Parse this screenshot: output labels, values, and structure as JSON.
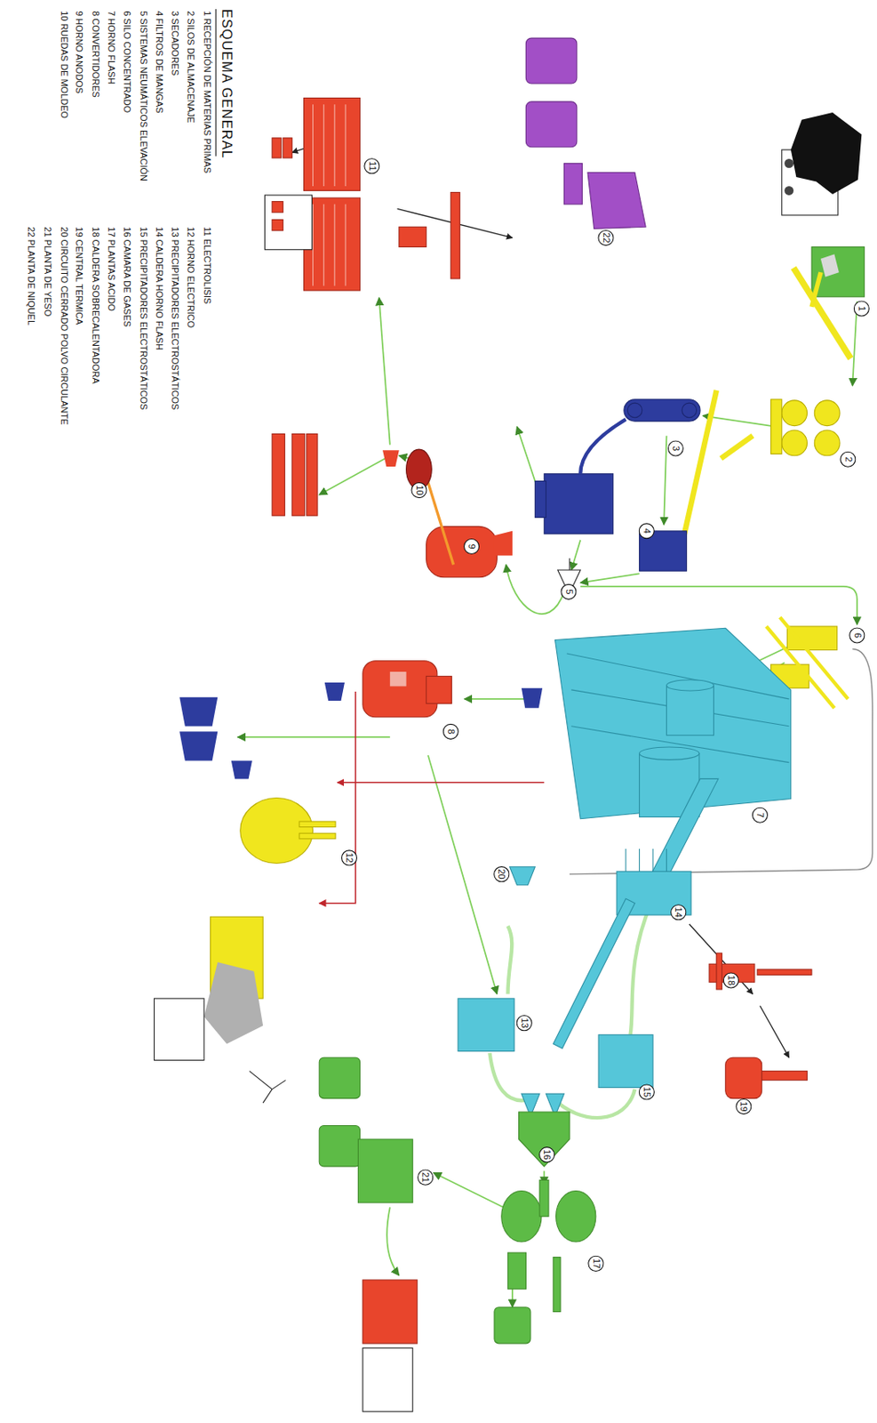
{
  "diagram": {
    "title": "ESQUEMA GENERAL",
    "nodes": [
      {
        "text": [
          "1"
        ]
      },
      {
        "text": [
          "2"
        ]
      },
      {
        "text": [
          "3"
        ]
      },
      {
        "text": [
          "4"
        ]
      },
      {
        "text": [
          "5"
        ]
      },
      {
        "text": [
          "6"
        ]
      },
      {
        "text": [
          "7"
        ]
      },
      {
        "text": [
          "8"
        ]
      },
      {
        "text": [
          "9"
        ]
      },
      {
        "text": [
          "10"
        ]
      },
      {
        "text": [
          "11"
        ]
      },
      {
        "text": [
          "12"
        ]
      },
      {
        "text": [
          "13"
        ]
      },
      {
        "text": [
          "14"
        ]
      },
      {
        "text": [
          "15"
        ]
      },
      {
        "text": [
          "16"
        ]
      },
      {
        "text": [
          "17"
        ]
      },
      {
        "text": [
          "18"
        ]
      },
      {
        "text": [
          "19"
        ]
      },
      {
        "text": [
          "20"
        ]
      },
      {
        "text": [
          "21"
        ]
      },
      {
        "text": [
          "22"
        ]
      }
    ],
    "labels": [
      "1 RECEPCIÓN DE MATERIAS PRIMAS",
      "2 SILOS DE ALMACENAJE",
      "3 SECADORES",
      "4 FILTROS DE MANGAS",
      "5 SISTEMAS NEUMÁTICOS ELEVACIÓN",
      "6 SILO CONCENTRADO",
      "7 HORNO FLASH",
      "8 CONVERTIDORES",
      "9 HORNO ANODOS",
      "10 RUEDAS DE MOLDEO",
      "11 ELECTROLISIS",
      "12 HORNO ELECTRICO",
      "13 PRECIPITADORES ELECTROSTÁTICOS",
      "14 CALDERA HORNO FLASH",
      "15 PRECIPITADORES ELECTROSTÁTICOS",
      "16 CAMARA DE GASES",
      "17 PLANTAS ACIDO",
      "18 CALDERA SOBRECALENTADORA",
      "19 CENTRAL TERMICA",
      "20 CIRCUITO CERRADO POLVO CIRCULANTE",
      "21 PLANTA DE YESO",
      "22 PLANTA DE NIQUEL"
    ]
  }
}
